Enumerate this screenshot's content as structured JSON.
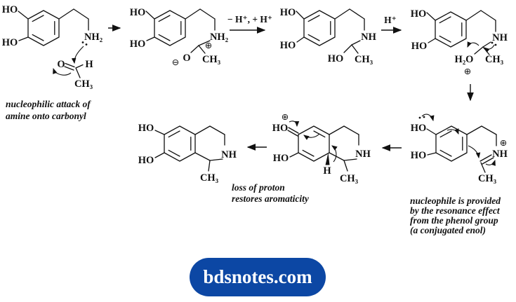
{
  "page": {
    "bg": "#ffffff"
  },
  "logo": {
    "text": "bdsnotes.com",
    "bg": "#0c47a4",
    "fg": "#ffffff"
  },
  "reaction_arrows": {
    "step2_label": "− H⁺, + H⁺",
    "step3_label": "H⁺"
  },
  "captions": {
    "attack": [
      "nucleophilic attack of",
      "amine onto carbonyl"
    ],
    "aromaticity": [
      "loss of proton",
      "restores aromaticity"
    ],
    "resonance": [
      "nucleophile is provided",
      "by the resonance effect",
      "from the phenol group",
      "(a conjugated enol)"
    ]
  },
  "structures": {
    "dopamine": {
      "ho_top": "HO",
      "ho_bottom": "HO",
      "amine": "NH₂"
    },
    "acetaldehyde": {
      "o": "O",
      "h": "H",
      "ch3": "CH₃"
    },
    "zwitterion": {
      "ho_top": "HO",
      "ho_bottom": "HO",
      "ammonium": "NH₂",
      "plus": "⊕",
      "alkoxide_o": "O",
      "minus": "⊖",
      "ch3": "CH₃"
    },
    "carbinolamine": {
      "ho_top": "HO",
      "ho_bottom": "HO",
      "nh": "NH",
      "oh": "HO",
      "ch3": "CH₃"
    },
    "oxocarbenium": {
      "ho_top": "HO",
      "ho_bottom": "HO",
      "nh": "NH",
      "water": "H₂O",
      "plus": "⊕",
      "ch3": "CH₃"
    },
    "iminium": {
      "ho_top": "HO",
      "ho_bottom": "HO",
      "nh": "NH",
      "plus": "⊕",
      "ch3": "CH₃"
    },
    "cyclized": {
      "plus": "⊕",
      "ho_top": "HO",
      "ho_bottom": "HO",
      "nh": "NH",
      "h": "H",
      "ch3": "CH₃"
    },
    "product": {
      "ho_top": "HO",
      "ho_bottom": "HO",
      "nh": "NH",
      "ch3": "CH₃"
    }
  }
}
